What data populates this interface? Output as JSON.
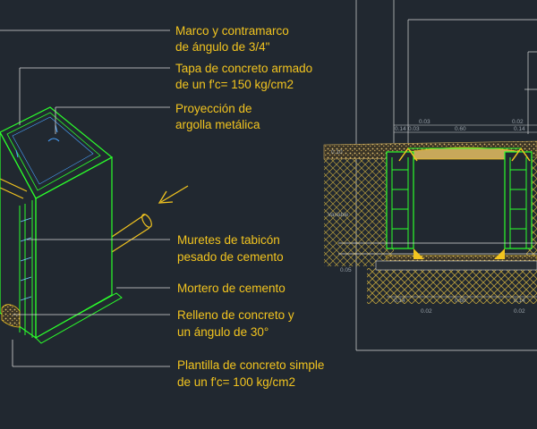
{
  "colors": {
    "background": "#212830",
    "label_text": "#f2c41f",
    "structure": "#2bff2b",
    "leader": "#d8d8d8",
    "hatch": "#b49a3c",
    "concrete": "#c8a85a",
    "dimension": "#9aa3aa",
    "arrow": "#f2c41f"
  },
  "labels": [
    {
      "line1": "Marco y contramarco",
      "line2": "de ángulo de 3/4\""
    },
    {
      "line1": "Tapa de concreto armado",
      "line2": "de un f'c= 150 kg/cm2"
    },
    {
      "line1": "Proyección de",
      "line2": "argolla metálica"
    },
    {
      "line1": "Muretes de tabicón",
      "line2": "pesado de cemento"
    },
    {
      "line1": "Mortero de cemento",
      "line2": ""
    },
    {
      "line1": "Relleno de concreto y",
      "line2": "un ángulo de 30°"
    },
    {
      "line1": "Plantilla de concreto simple",
      "line2": "de un f'c= 100 kg/cm2"
    }
  ],
  "section_dimensions": {
    "top": [
      "0.03",
      "0.60",
      "0.02",
      "0.14",
      "0.14",
      "0.03"
    ],
    "left": [
      "0.10",
      "0.05"
    ],
    "side": "Variable",
    "bottom": [
      "0.14",
      "0.02",
      "0.60",
      "0.14",
      "0.02"
    ]
  }
}
